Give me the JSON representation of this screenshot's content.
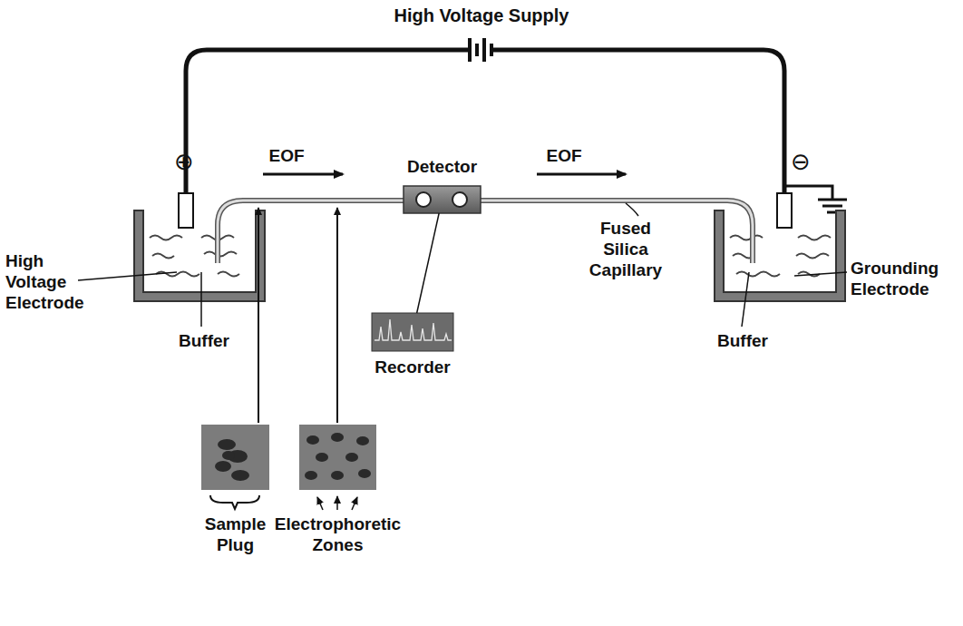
{
  "diagram": {
    "title": "High Voltage Supply",
    "nodes": [
      {
        "text": [
          "Detector"
        ]
      },
      {
        "text": [
          "Recorder"
        ]
      },
      {
        "text": [
          "Sample Plug"
        ]
      },
      {
        "text": [
          "Electrophoretic Zones"
        ]
      }
    ],
    "edges": [
      {
        "from": 0,
        "to": 1,
        "arrow": "none"
      }
    ],
    "labels": [
      "⊕",
      "⊖",
      "EOF",
      "EOF",
      "High Voltage Electrode",
      "Buffer",
      "Fused Silica Capillary",
      "Grounding Electrode",
      "Buffer"
    ]
  }
}
